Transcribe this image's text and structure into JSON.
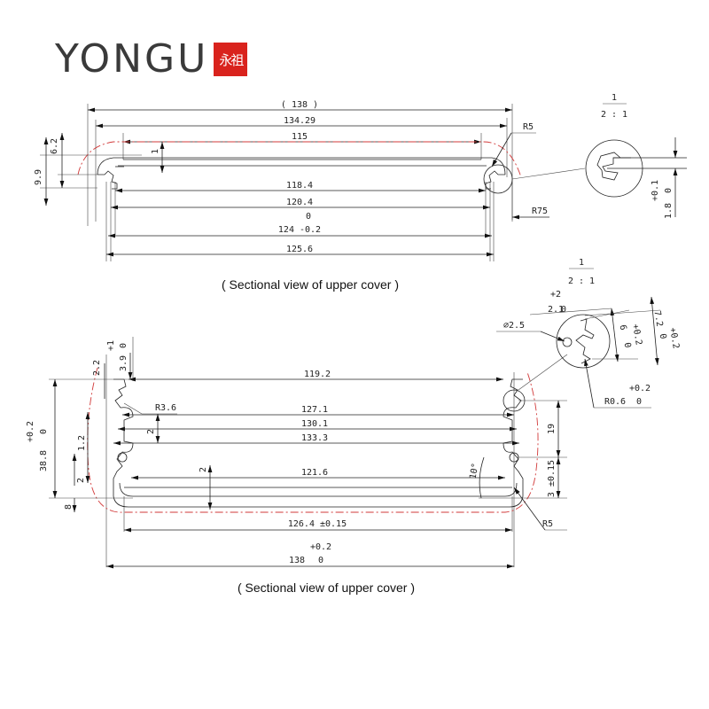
{
  "brand": {
    "name": "YONGU",
    "seal_glyph": "永祖",
    "colors": {
      "text": "#3a3a3a",
      "seal": "#d9231d",
      "outline": "#d23a3a"
    }
  },
  "upper_view": {
    "caption": "( Sectional view of upper cover )",
    "horizontal_dims": [
      "( 138 )",
      "134.29",
      "115",
      "118.4",
      "120.4",
      "124 -0.2",
      "125.6"
    ],
    "tolerance_124_upper": "0",
    "vertical_dims": [
      "6.2",
      "9.9",
      "1"
    ],
    "radii": [
      "R5",
      "R75"
    ],
    "detail": {
      "scale_num": "1",
      "scale": "2 : 1",
      "dim": "1.8",
      "tol_upper": "+0.1",
      "tol_lower": "0"
    }
  },
  "lower_view": {
    "caption": "( Sectional view of upper cover )",
    "horizontal_dims": [
      "119.2",
      "127.1",
      "130.1",
      "133.3",
      "121.6",
      "126.4 ±0.15",
      "138"
    ],
    "tolerance_138_upper": "+0.2",
    "tolerance_138_lower": "0",
    "left_dims": {
      "height": "38.8",
      "height_tol_upper": "+0.2",
      "height_tol_lower": "0",
      "d1": "2.2",
      "d2": "3.9",
      "d2_tol_upper": "+1",
      "d2_tol_lower": "0",
      "d3": "1.2",
      "d4": "2",
      "d5": "8",
      "d6": "2"
    },
    "radii": [
      "R3.6",
      "R5"
    ],
    "angle": "10°",
    "right_dims": {
      "d1": "19",
      "d2": "3 ±0.15"
    },
    "detail": {
      "scale_num": "1",
      "scale": "2 : 1",
      "dia": "∅2.5",
      "w": "2.1",
      "w_tol_upper": "+2",
      "w_tol_lower": "0",
      "h1": "6",
      "h1_tol_upper": "+0.2",
      "h1_tol_lower": "0",
      "h2": "7.2",
      "h2_tol_upper": "+0.2",
      "h2_tol_lower": "0",
      "r": "R0.6",
      "r_tol_upper": "+0.2",
      "r_tol_lower": "0"
    }
  }
}
